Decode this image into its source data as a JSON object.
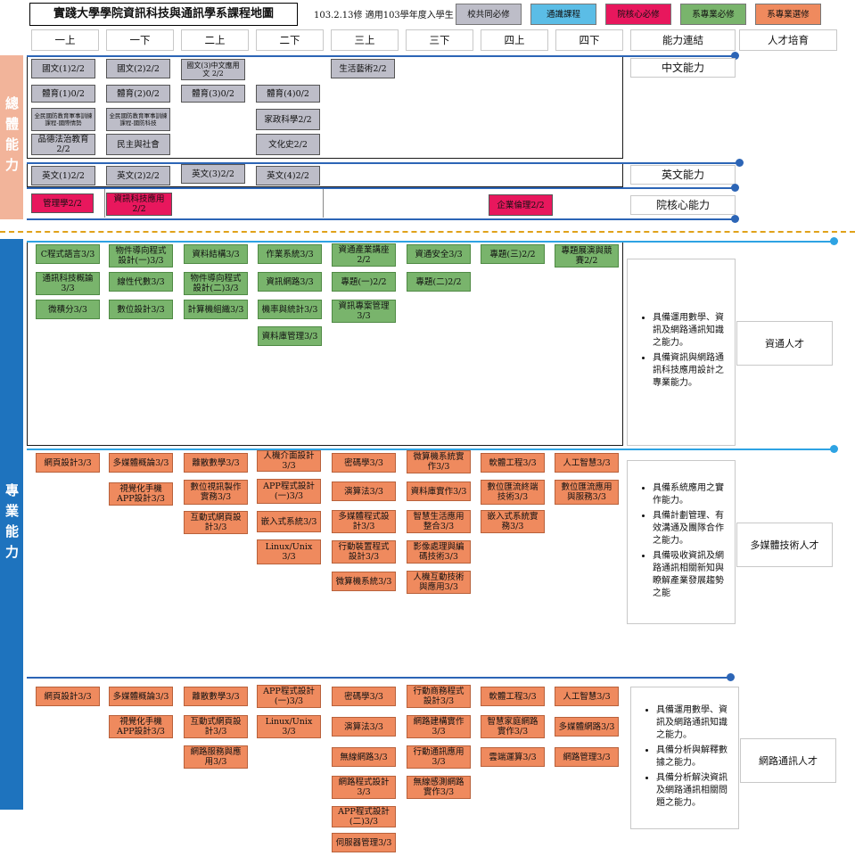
{
  "header": {
    "title": "實踐大學學院資訊科技與通訊學系課程地圖",
    "note": "103.2.13修 適用103學年度入學生"
  },
  "legend": [
    {
      "label": "校共同必修",
      "color": "#bdbdc8"
    },
    {
      "label": "通識課程",
      "color": "#5bbde6"
    },
    {
      "label": "院核心必修",
      "color": "#e8175d"
    },
    {
      "label": "系專業必修",
      "color": "#79b46c"
    },
    {
      "label": "系專業選修",
      "color": "#ef8a5e"
    }
  ],
  "columns": [
    "一上",
    "一下",
    "二上",
    "二下",
    "三上",
    "三下",
    "四上",
    "四下",
    "能力連結",
    "人才培育"
  ],
  "sidebars": {
    "general": "總體能力",
    "professional": "專業能力"
  },
  "abilities": {
    "chinese": "中文能力",
    "english": "英文能力",
    "college": "院核心能力"
  },
  "general_courses": {
    "c1": "國文(1)2/2",
    "c2": "國文(2)2/2",
    "c3": "國文(3)中文應用文 2/2",
    "c4": "生活藝術2/2",
    "pe1": "體育(1)0/2",
    "pe2": "體育(2)0/2",
    "pe3": "體育(3)0/2",
    "pe4": "體育(4)0/2",
    "def1": "全民國防教育軍事訓練課程-國際情勢",
    "def2": "全民國防教育軍事訓練課程-國防科技",
    "home": "家政科學2/2",
    "law": "品德法治教育2/2",
    "democ": "民主與社會",
    "culture": "文化史2/2",
    "e1": "英文(1)2/2",
    "e2": "英文(2)2/2",
    "e3": "英文(3)2/2",
    "e4": "英文(4)2/2",
    "mgmt": "管理學2/2",
    "it": "資訊科技應用2/2",
    "ethics": "企業倫理2/2"
  },
  "comm_section": {
    "courses": {
      "s1a": "C程式語言3/3",
      "s1b": "通訊科技概論3/3",
      "s1c": "微積分3/3",
      "s2a": "物件導向程式設計(一)3/3",
      "s2b": "線性代數3/3",
      "s2c": "數位設計3/3",
      "s3a": "資料結構3/3",
      "s3b": "物件導向程式設計(二)3/3",
      "s3c": "計算機組織3/3",
      "s4a": "作業系統3/3",
      "s4b": "資訊網路3/3",
      "s4c": "機率與統計3/3",
      "s4d": "資料庫管理3/3",
      "s5a": "資通產業講座2/2",
      "s5b": "專題(一)2/2",
      "s5c": "資訊專案管理3/3",
      "s6a": "資通安全3/3",
      "s6b": "專題(二)2/2",
      "s7a": "專題(三)2/2",
      "s8a": "專題展演與競賽2/2"
    },
    "abilities": [
      "具備運用數學、資訊及網路通訊知識之能力。",
      "具備資訊與網路通訊科技應用設計之專業能力。"
    ],
    "talent": "資通人才"
  },
  "mm_section": {
    "courses": {
      "a1": "網頁設計3/3",
      "b1": "多媒體概論3/3",
      "b2": "視覺化手機APP設計3/3",
      "c1": "離散數學3/3",
      "c2": "數位視訊製作實務3/3",
      "c3": "互動式網頁設計3/3",
      "d1": "人機介面設計3/3",
      "d2": "APP程式設計(一)3/3",
      "d3": "嵌入式系統3/3",
      "d4": "Linux/Unix 3/3",
      "e1": "密碼學3/3",
      "e2": "演算法3/3",
      "e3": "多媒體程式設計3/3",
      "e4": "行動裝置程式設計3/3",
      "e5": "微算機系統3/3",
      "f1": "微算機系統實作3/3",
      "f2": "資料庫實作3/3",
      "f3": "智慧生活應用整合3/3",
      "f4": "影像處理與編碼技術3/3",
      "f5": "人機互動技術與應用3/3",
      "g1": "軟體工程3/3",
      "g2": "數位匯流終端技術3/3",
      "g3": "嵌入式系統實務3/3",
      "h1": "人工智慧3/3",
      "h2": "數位匯流應用與服務3/3"
    },
    "abilities": [
      "具備系統應用之實作能力。",
      "具備計劃管理、有效溝通及團隊合作之能力。",
      "具備吸收資訊及網路通訊相關新知與瞭解產業發展趨勢之能"
    ],
    "talent": "多媒體技術人才"
  },
  "net_section": {
    "courses": {
      "a1": "網頁設計3/3",
      "b1": "多媒體概論3/3",
      "b2": "視覺化手機APP設計3/3",
      "c1": "離散數學3/3",
      "c2": "互動式網頁設計3/3",
      "c3": "網路服務與應用3/3",
      "d1": "APP程式設計(一)3/3",
      "d2": "Linux/Unix 3/3",
      "e1": "密碼學3/3",
      "e2": "演算法3/3",
      "e3": "無線網路3/3",
      "e4": "網路程式設計3/3",
      "e5": "APP程式設計(二)3/3",
      "e6": "伺服器管理3/3",
      "f1": "行動商務程式設計3/3",
      "f2": "網路建構實作3/3",
      "f3": "行動通訊應用3/3",
      "f4": "無線感測網路實作3/3",
      "g1": "軟體工程3/3",
      "g2": "智慧家庭網路實作3/3",
      "g3": "雲端運算3/3",
      "h1": "人工智慧3/3",
      "h2": "多媒體網路3/3",
      "h3": "網路管理3/3"
    },
    "abilities": [
      "具備運用數學、資訊及網路通訊知識之能力。",
      "具備分析與解釋數據之能力。",
      "具備分析解決資訊及網路通訊相關問題之能力。"
    ],
    "talent": "網路通訊人才"
  }
}
